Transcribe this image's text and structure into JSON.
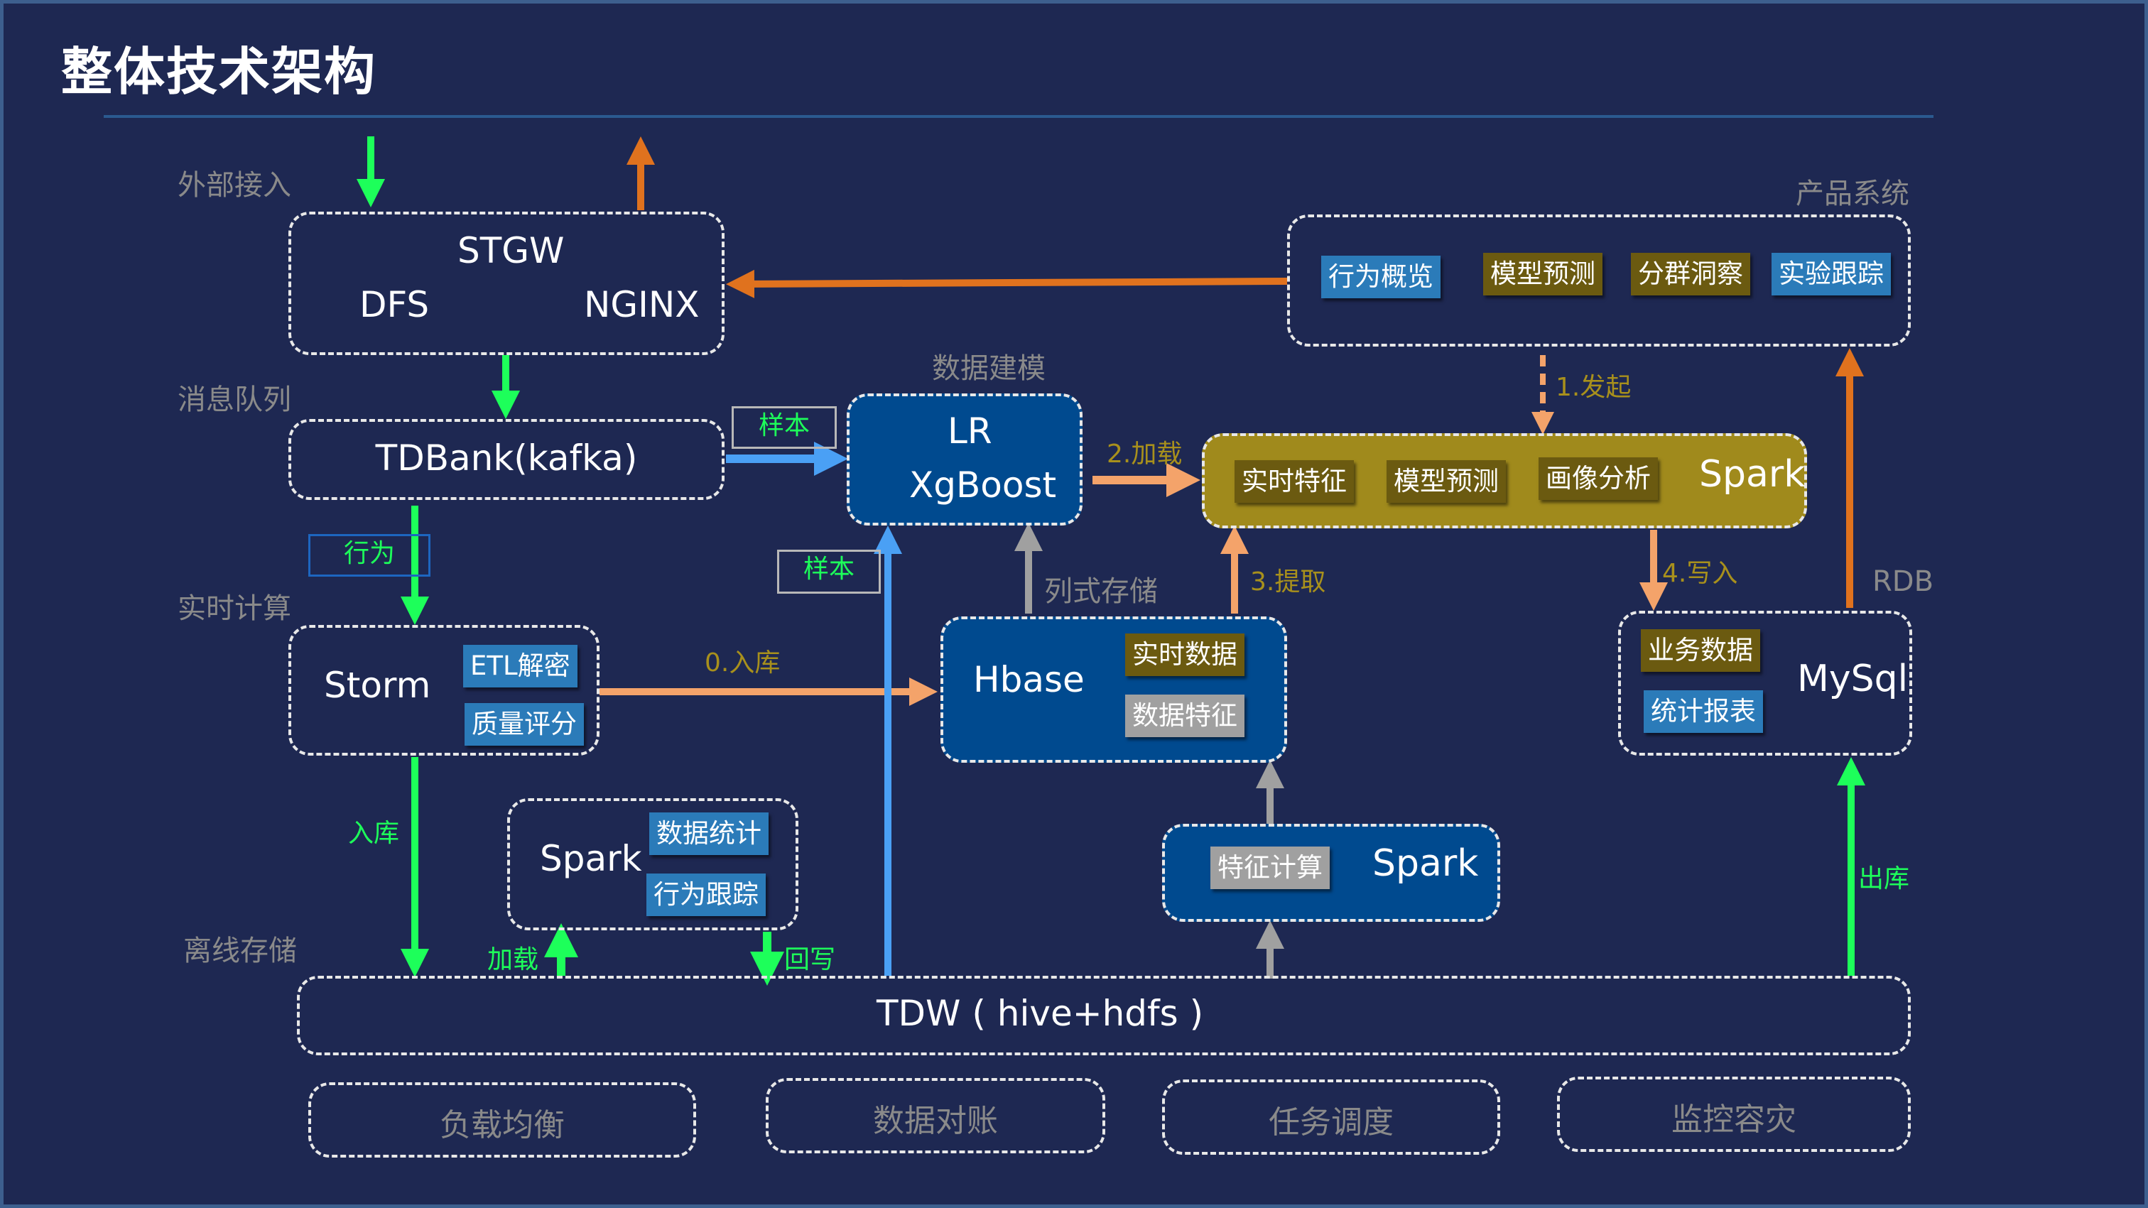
{
  "title": "整体技术架构",
  "layers": {
    "external": "外部接入",
    "mq": "消息队列",
    "realtime": "实时计算",
    "offline": "离线存储",
    "modeling": "数据建模",
    "product": "产品系统",
    "columnar": "列式存储",
    "rdb": "RDB"
  },
  "gateway": {
    "top": "STGW",
    "left": "DFS",
    "right": "NGINX"
  },
  "tdbank": {
    "label": "TDBank(kafka)"
  },
  "model": {
    "line1": "LR",
    "line2": "XgBoost"
  },
  "spark_online": {
    "label": "Spark",
    "tags": [
      "实时特征",
      "模型预测",
      "画像分析"
    ]
  },
  "product": {
    "tags": [
      {
        "label": "行为概览",
        "color": "blue"
      },
      {
        "label": "模型预测",
        "color": "olive"
      },
      {
        "label": "分群洞察",
        "color": "olive"
      },
      {
        "label": "实验跟踪",
        "color": "blue"
      }
    ]
  },
  "storm": {
    "label": "Storm",
    "tags": [
      "ETL解密",
      "质量评分"
    ]
  },
  "hbase": {
    "label": "Hbase",
    "tags": [
      "实时数据",
      "数据特征"
    ]
  },
  "mysql": {
    "label": "MySql",
    "tags": [
      "业务数据",
      "统计报表"
    ]
  },
  "spark_offline": {
    "label": "Spark",
    "tags": [
      "数据统计",
      "行为跟踪"
    ]
  },
  "spark_feature": {
    "label": "Spark",
    "tag": "特征计算"
  },
  "tdw": {
    "label": "TDW ( hive+hdfs )"
  },
  "infra": [
    "负载均衡",
    "数据对账",
    "任务调度",
    "监控容灾"
  ],
  "edges": {
    "sample1": "样本",
    "sample2": "样本",
    "behavior": "行为",
    "ingest0": "0.入库",
    "initiate1": "1.发起",
    "load2": "2.加载",
    "extract3": "3.提取",
    "write4": "4.写入",
    "ingest": "入库",
    "load": "加载",
    "writeback": "回写",
    "export": "出库"
  },
  "colors": {
    "background": "#1e2852",
    "green": "#1dff5a",
    "orange": "#e0721e",
    "salmon": "#f4a36a",
    "blue": "#4aa0f5",
    "gray": "#a0a0a0",
    "gold": "#a08a1c"
  }
}
